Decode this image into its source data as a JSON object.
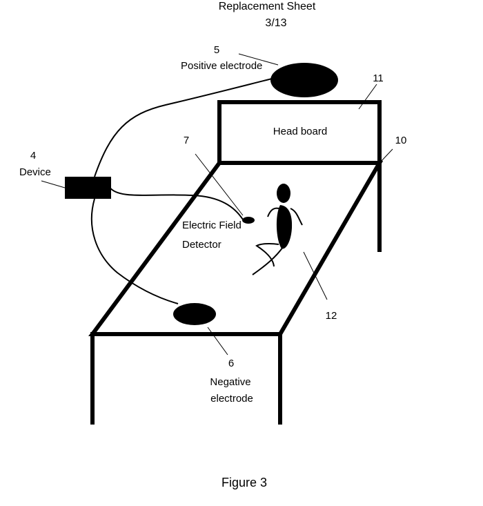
{
  "header": {
    "title": "Replacement Sheet",
    "page": "3/13"
  },
  "labels": {
    "positive_electrode": {
      "num": "5",
      "text": "Positive electrode"
    },
    "head_board": {
      "num": "11",
      "text": "Head board"
    },
    "bed_frame": {
      "num": "10"
    },
    "device": {
      "num": "4",
      "text": "Device"
    },
    "detector": {
      "num": "7",
      "line1": "Electric Field",
      "line2": "Detector"
    },
    "mattress": {
      "num": "12"
    },
    "negative_electrode": {
      "num": "6",
      "line1": "Negative",
      "line2": "electrode"
    }
  },
  "caption": "Figure 3"
}
